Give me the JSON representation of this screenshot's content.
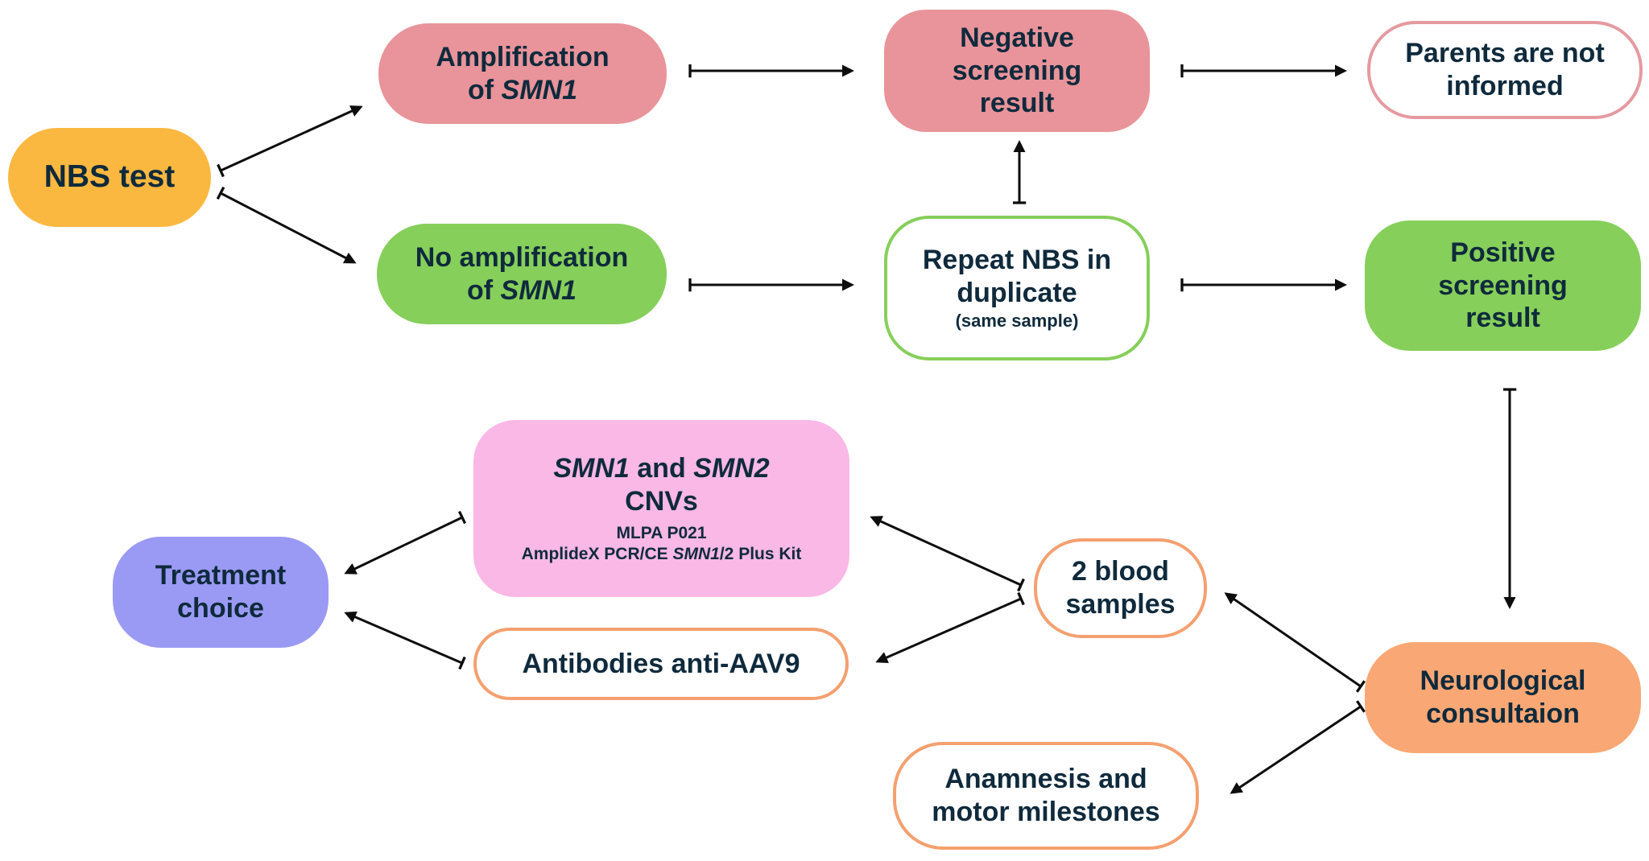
{
  "colors": {
    "text": "#0f2a3c",
    "arrow": "#0d0d0d",
    "nbs_fill": "#fbb840",
    "negative_fill": "#e8949a",
    "negative_outline": "#e59aa0",
    "positive_fill": "#86cf5a",
    "positive_outline": "#86cf5a",
    "cnv_fill": "#f9b8e6",
    "treatment_fill": "#9a9af5",
    "neuro_fill": "#f9a774",
    "neuro_outline": "#f4a070"
  },
  "nodes": {
    "nbs_test": {
      "lines": [
        "NBS test"
      ]
    },
    "amplification": {
      "line1": "Amplification",
      "line2_prefix": "of ",
      "line2_gene": "SMN1"
    },
    "no_amplification": {
      "line1": "No amplification",
      "line2_prefix": "of ",
      "line2_gene": "SMN1"
    },
    "negative_result": {
      "lines": [
        "Negative",
        "screening",
        "result"
      ]
    },
    "parents_not_informed": {
      "lines": [
        "Parents are not",
        "informed"
      ]
    },
    "repeat_nbs": {
      "lines": [
        "Repeat NBS in",
        "duplicate"
      ],
      "note": "(same sample)"
    },
    "positive_result": {
      "lines": [
        "Positive",
        "screening",
        "result"
      ]
    },
    "cnv": {
      "gene1": "SMN1",
      "and": " and ",
      "gene2": "SMN2",
      "line2": "CNVs",
      "method1": "MLPA P021",
      "method2_prefix": "AmplideX PCR/CE ",
      "method2_gene": "SMN1",
      "method2_suffix": "/2 Plus Kit"
    },
    "treatment_choice": {
      "lines": [
        "Treatment",
        "choice"
      ]
    },
    "antibodies": {
      "lines": [
        "Antibodies anti-AAV9"
      ]
    },
    "blood_samples": {
      "lines": [
        "2 blood",
        "samples"
      ]
    },
    "neurological": {
      "lines": [
        "Neurological",
        "consultaion"
      ]
    },
    "anamnesis": {
      "lines": [
        "Anamnesis and",
        "motor milestones"
      ]
    }
  },
  "edges": [
    {
      "from": "nbs_test",
      "to": "amplification"
    },
    {
      "from": "nbs_test",
      "to": "no_amplification"
    },
    {
      "from": "amplification",
      "to": "negative_result"
    },
    {
      "from": "negative_result",
      "to": "parents_not_informed"
    },
    {
      "from": "no_amplification",
      "to": "repeat_nbs"
    },
    {
      "from": "repeat_nbs",
      "to": "negative_result"
    },
    {
      "from": "repeat_nbs",
      "to": "positive_result"
    },
    {
      "from": "positive_result",
      "to": "neurological"
    },
    {
      "from": "neurological",
      "to": "blood_samples"
    },
    {
      "from": "neurological",
      "to": "anamnesis"
    },
    {
      "from": "blood_samples",
      "to": "cnv"
    },
    {
      "from": "blood_samples",
      "to": "antibodies"
    },
    {
      "from": "cnv",
      "to": "treatment_choice"
    },
    {
      "from": "antibodies",
      "to": "treatment_choice"
    }
  ]
}
